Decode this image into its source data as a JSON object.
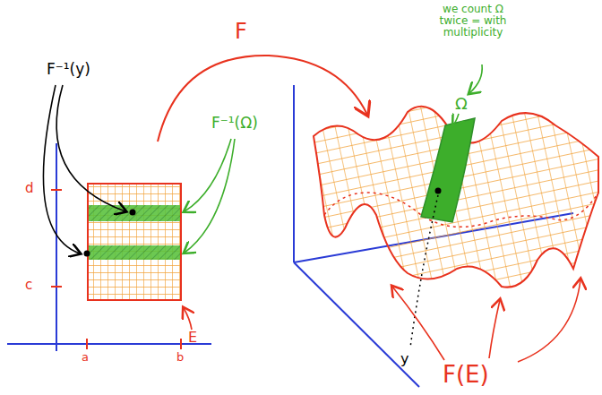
{
  "diagram": {
    "labels": [
      "F",
      "F⁻¹(y)",
      "F⁻¹(Ω)",
      "d",
      "c",
      "a",
      "b",
      "E",
      "we count Ω twice = with multiplicity",
      "Ω",
      "y",
      "F(E)"
    ]
  }
}
